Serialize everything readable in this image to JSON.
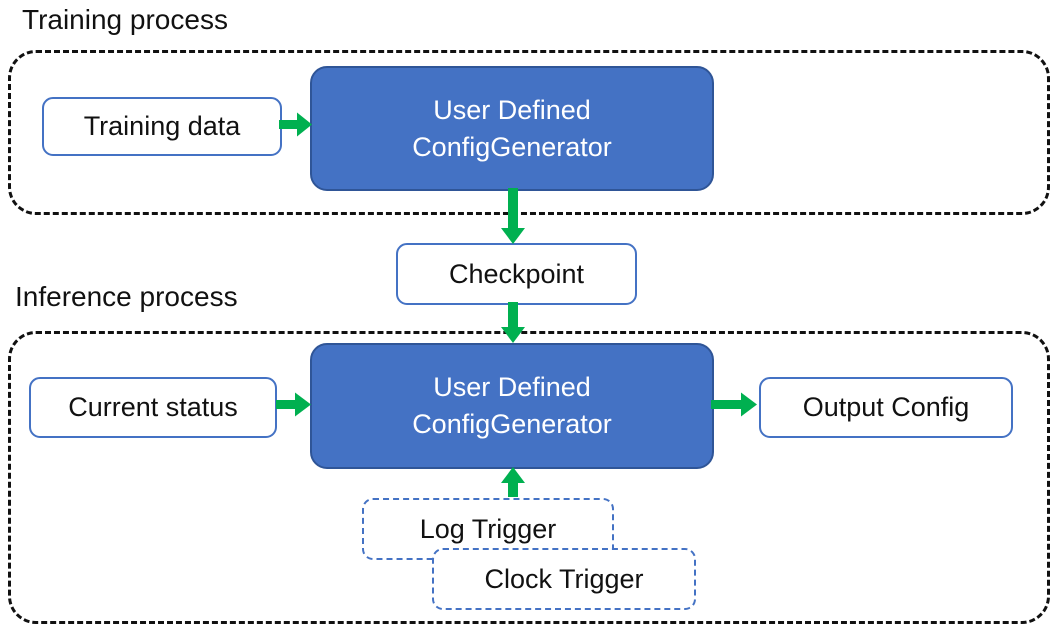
{
  "titles": {
    "training_section": "Training process",
    "inference_section": "Inference process"
  },
  "nodes": {
    "training_data": "Training data",
    "generator_line1": "User Defined",
    "generator_line2": "ConfigGenerator",
    "checkpoint": "Checkpoint",
    "current_status": "Current status",
    "output_config": "Output Config",
    "log_trigger": "Log Trigger",
    "clock_trigger": "Clock Trigger"
  },
  "edges": [
    {
      "from": "Training data",
      "to": "User Defined ConfigGenerator (training)"
    },
    {
      "from": "User Defined ConfigGenerator (training)",
      "to": "Checkpoint"
    },
    {
      "from": "Checkpoint",
      "to": "User Defined ConfigGenerator (inference)"
    },
    {
      "from": "Current status",
      "to": "User Defined ConfigGenerator (inference)"
    },
    {
      "from": "User Defined ConfigGenerator (inference)",
      "to": "Output Config"
    },
    {
      "from": "Log Trigger / Clock Trigger",
      "to": "User Defined ConfigGenerator (inference)"
    }
  ],
  "colors": {
    "generator_fill": "#4472C4",
    "generator_border": "#2F5597",
    "io_box_border": "#4472C4",
    "trigger_border": "#4472C4",
    "arrow_green": "#00B050",
    "section_dash": "#111111",
    "text_dark": "#111111",
    "text_light": "#FFFFFF"
  }
}
